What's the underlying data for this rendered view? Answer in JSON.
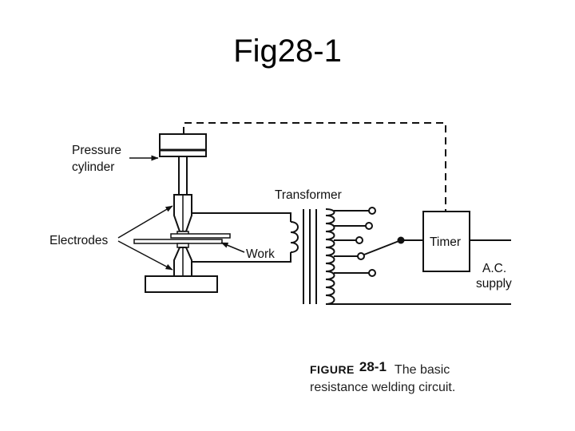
{
  "slide": {
    "title": "Fig28-1"
  },
  "labels": {
    "pressure_cylinder_line1": "Pressure",
    "pressure_cylinder_line2": "cylinder",
    "electrodes": "Electrodes",
    "transformer": "Transformer",
    "work": "Work",
    "timer": "Timer",
    "ac_line1": "A.C.",
    "ac_line2": "supply"
  },
  "caption": {
    "figure_word": "FIGURE",
    "number": "28-1",
    "text_line1": "The basic",
    "text_line2": "resistance welding circuit."
  },
  "colors": {
    "ink": "#111111",
    "background": "#ffffff"
  }
}
